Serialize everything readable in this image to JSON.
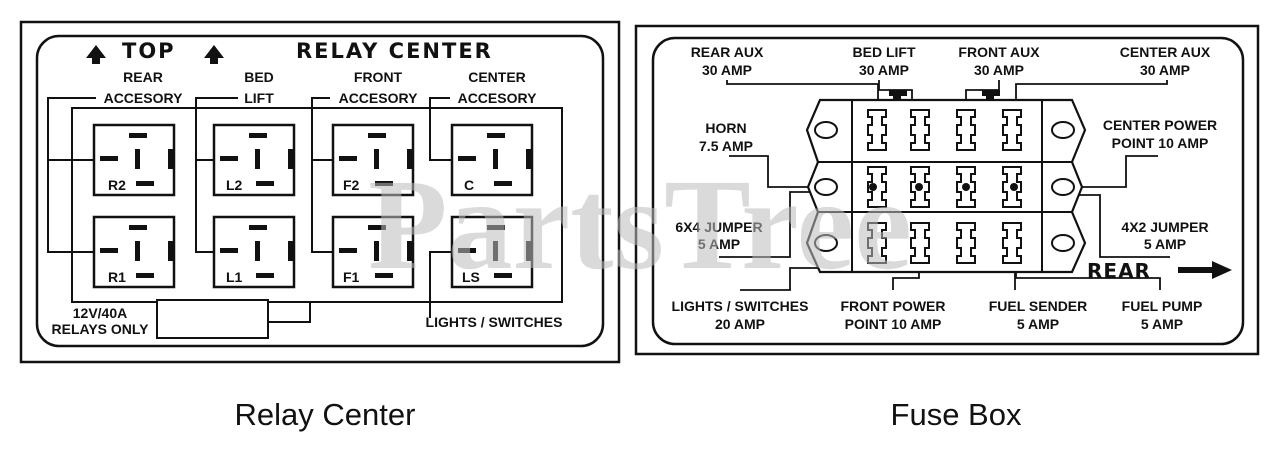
{
  "relay_center": {
    "top_label": "TOP",
    "title": "RELAY CENTER",
    "columns": [
      {
        "line1": "REAR",
        "line2": "ACCESORY"
      },
      {
        "line1": "BED",
        "line2": "LIFT"
      },
      {
        "line1": "FRONT",
        "line2": "ACCESORY"
      },
      {
        "line1": "CENTER",
        "line2": "ACCESORY"
      }
    ],
    "relays_top": [
      "R2",
      "L2",
      "F2",
      "C"
    ],
    "relays_bottom": [
      "R1",
      "L1",
      "F1",
      "LS"
    ],
    "rating_line1": "12V/40A",
    "rating_line2": "RELAYS ONLY",
    "lights_label": "LIGHTS / SWITCHES",
    "caption": "Relay Center"
  },
  "fuse_box": {
    "top_labels": [
      {
        "line1": "REAR AUX",
        "line2": "30 AMP"
      },
      {
        "line1": "BED LIFT",
        "line2": "30 AMP"
      },
      {
        "line1": "FRONT AUX",
        "line2": "30 AMP"
      },
      {
        "line1": "CENTER AUX",
        "line2": "30 AMP"
      }
    ],
    "horn": {
      "line1": "HORN",
      "line2": "7.5 AMP"
    },
    "center_power": {
      "line1": "CENTER POWER",
      "line2": "POINT 10 AMP"
    },
    "jumper_6x4": {
      "line1": "6X4 JUMPER",
      "line2": "5 AMP"
    },
    "jumper_4x2": {
      "line1": "4X2 JUMPER",
      "line2": "5 AMP"
    },
    "rear_label": "REAR",
    "bottom_labels": [
      {
        "line1": "LIGHTS / SWITCHES",
        "line2": "20 AMP"
      },
      {
        "line1": "FRONT POWER",
        "line2": "POINT 10 AMP"
      },
      {
        "line1": "FUEL SENDER",
        "line2": "5 AMP"
      },
      {
        "line1": "FUEL PUMP",
        "line2": "5 AMP"
      }
    ],
    "caption": "Fuse Box"
  },
  "watermark": "PartsTree"
}
